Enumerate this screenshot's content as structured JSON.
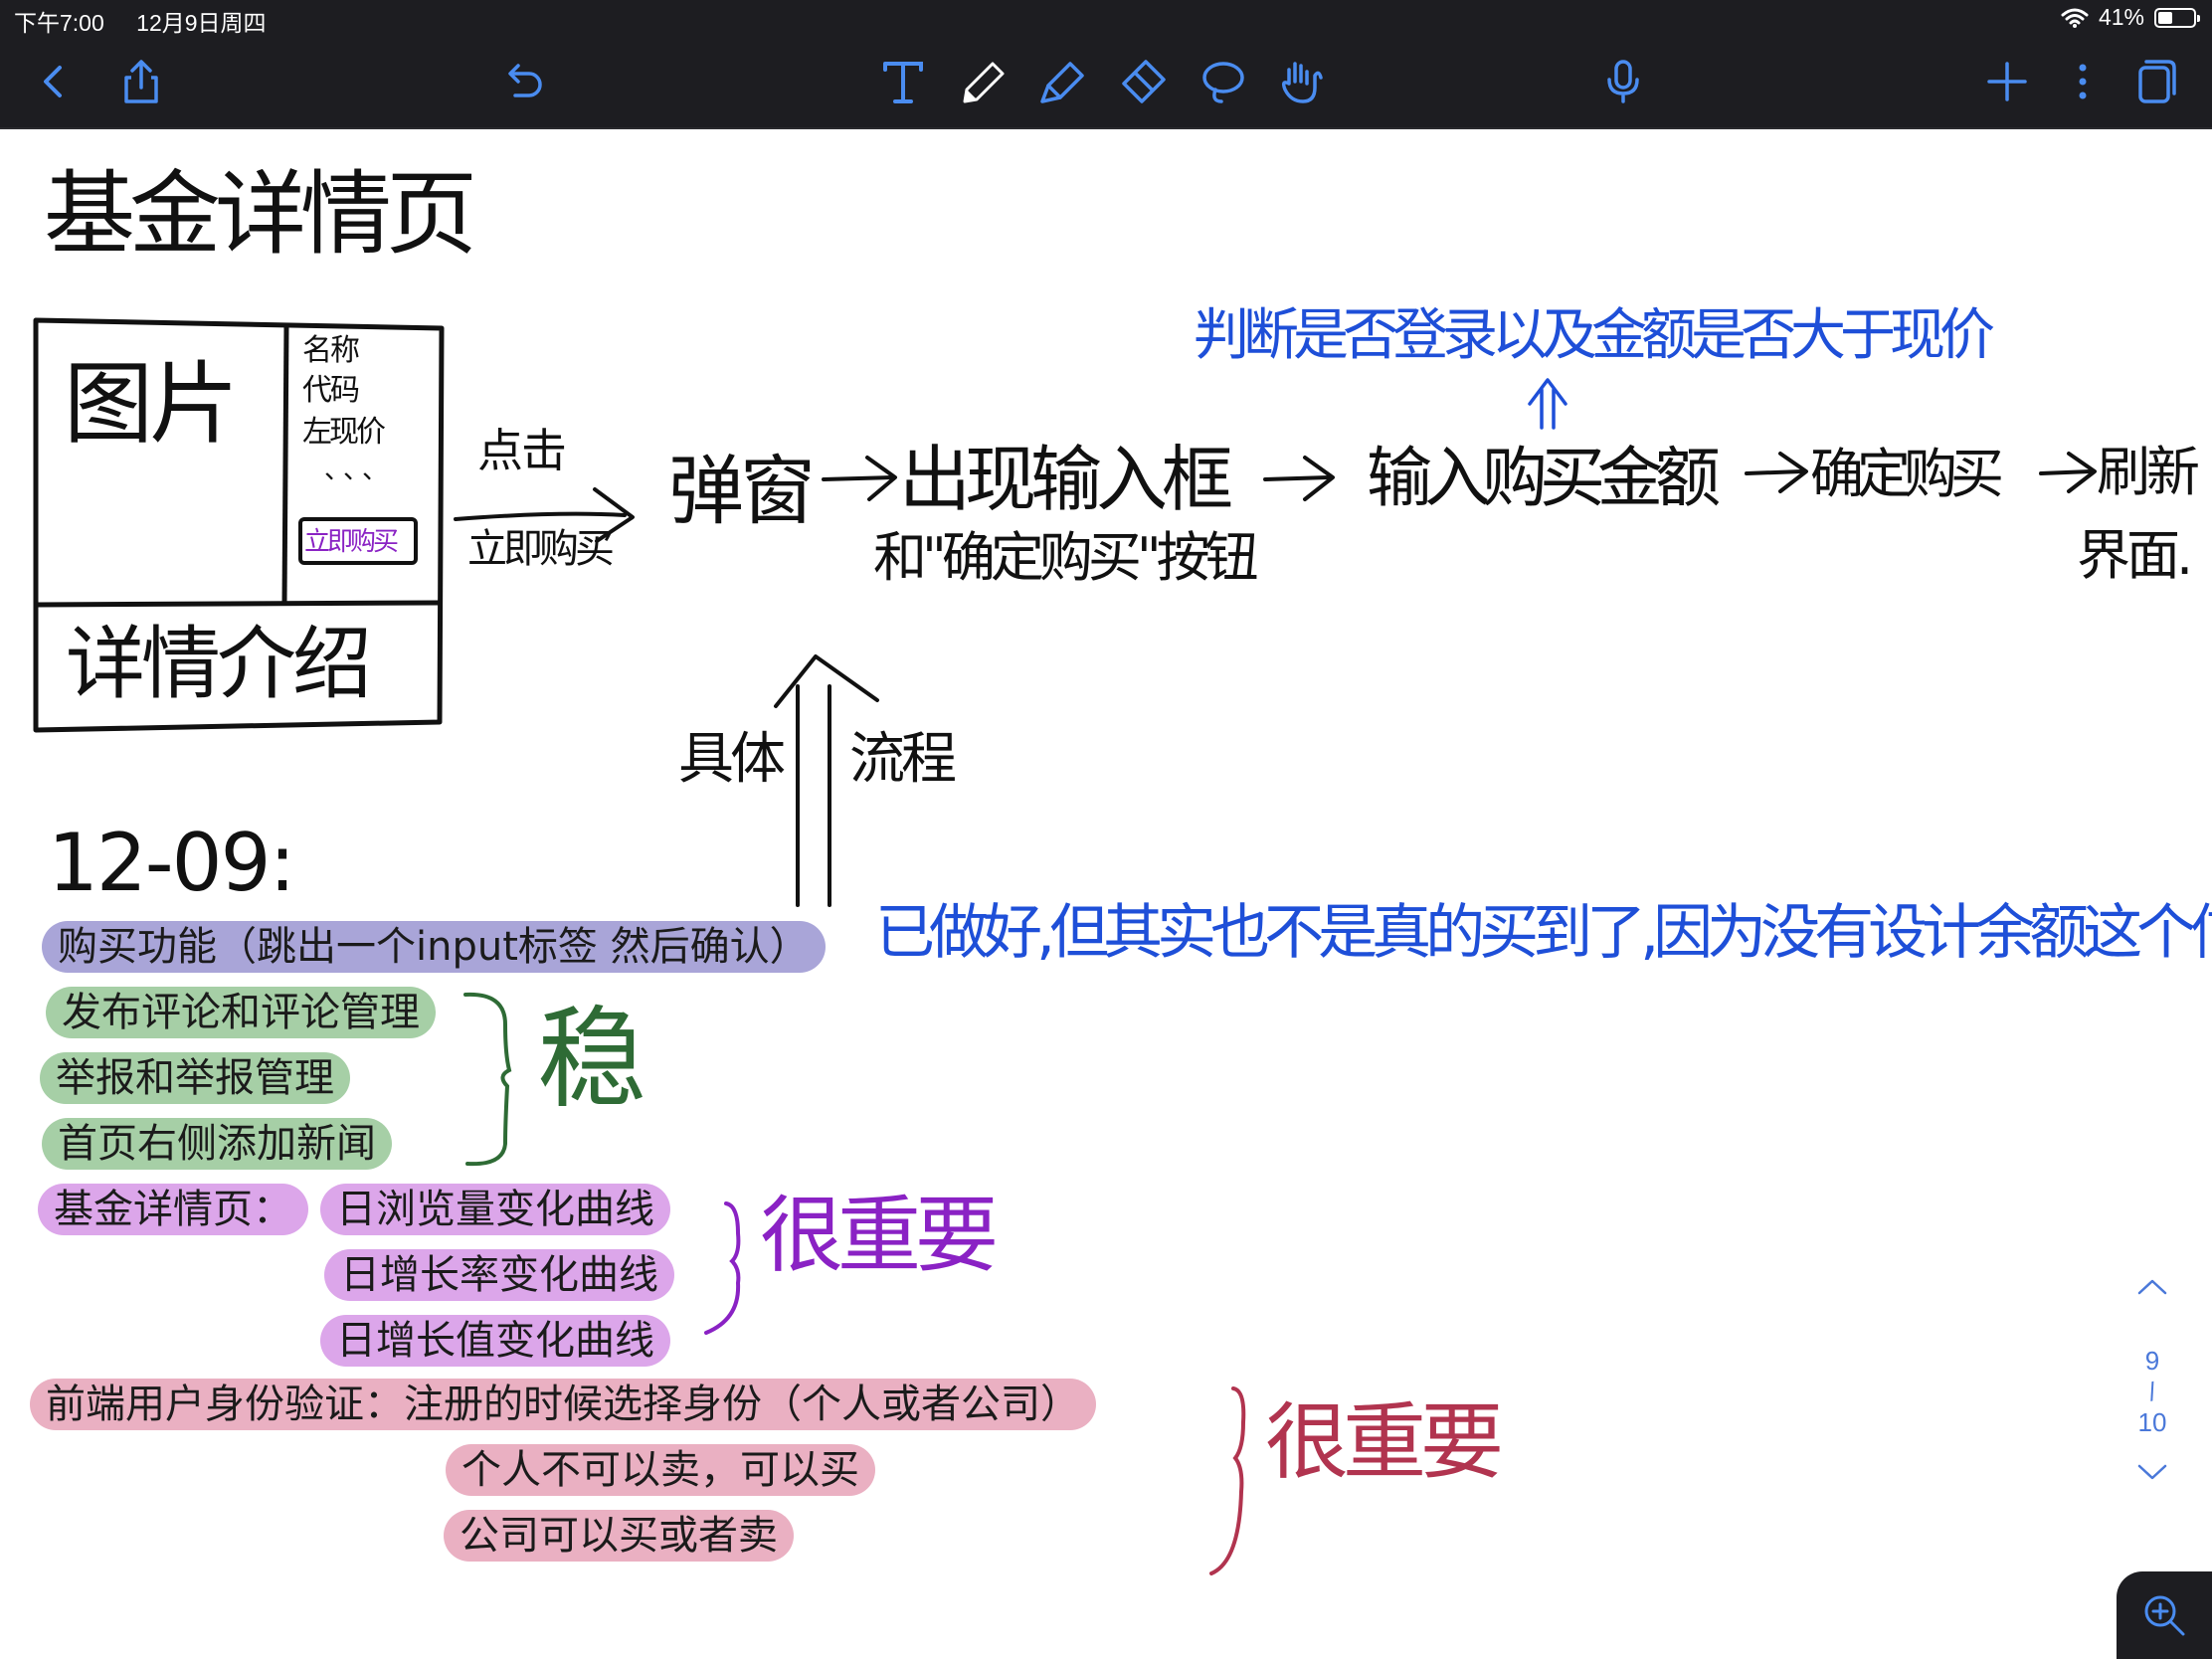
{
  "status_bar": {
    "time": "下午7:00",
    "date": "12月9日周四",
    "battery": "41%",
    "battery_level": 0.41
  },
  "toolbar": {
    "left_icons": [
      "back-chevron-icon",
      "share-icon",
      "undo-icon"
    ],
    "tool_icons": [
      "text-tool-icon",
      "pen-tool-icon",
      "highlighter-tool-icon",
      "eraser-tool-icon",
      "lasso-tool-icon",
      "hand-tool-icon",
      "microphone-icon"
    ],
    "right_icons": [
      "add-page-icon",
      "more-options-icon",
      "pages-icon"
    ],
    "accent": "#ffffff"
  },
  "sketch": {
    "title": "基金详情页",
    "image_box": "图片",
    "info_lines": [
      "名称",
      "代码",
      "左现价",
      "、、、"
    ],
    "buy_button": "立即购买",
    "detail_box": "详情介绍"
  },
  "flow": {
    "click_label": "点击",
    "click_target": "立即购买",
    "step1": "弹窗",
    "step2": "出现输入框",
    "step2_sub": "和\"确定购买\"按钮",
    "step3": "输入购买金额",
    "step4": "确定购买",
    "step5": "刷新",
    "step5_sub": "界面.",
    "check_note": "判断是否登录以及金额是否大于现价",
    "process_left": "具体",
    "process_right": "流程"
  },
  "date_heading": "12-09:",
  "tasks": {
    "purchase": "购买功能（跳出一个input标签 然后确认）",
    "purchase_note": "已做好,但其实也不是真的买到了,因为没有设计余额这个信息.",
    "stable_items": [
      "发布评论和评论管理",
      "举报和举报管理",
      "首页右侧添加新闻"
    ],
    "stable_label": "稳",
    "detail_prefix": "基金详情页：",
    "detail_items": [
      "日浏览量变化曲线",
      "日增长率变化曲线",
      "日增长值变化曲线"
    ],
    "important_label_1": "很重要",
    "auth_line": "前端用户身份验证：注册的时候选择身份（个人或者公司）",
    "auth_items": [
      "个人不可以卖，可以买",
      "公司可以买或者卖"
    ],
    "important_label_2": "很重要"
  },
  "pager": {
    "current": "9",
    "separator": "/",
    "total": "10"
  },
  "colors": {
    "ink": "#111111",
    "blue_ink": "#1e4fd8",
    "green_ink": "#2e6b35",
    "purple_ink": "#8a22c4",
    "crimson_ink": "#b1344f",
    "hl_lavender": "#a9a5d8",
    "hl_green": "#a6cfa6",
    "hl_purple": "#dca6ea",
    "hl_pink": "#eab0c2"
  }
}
